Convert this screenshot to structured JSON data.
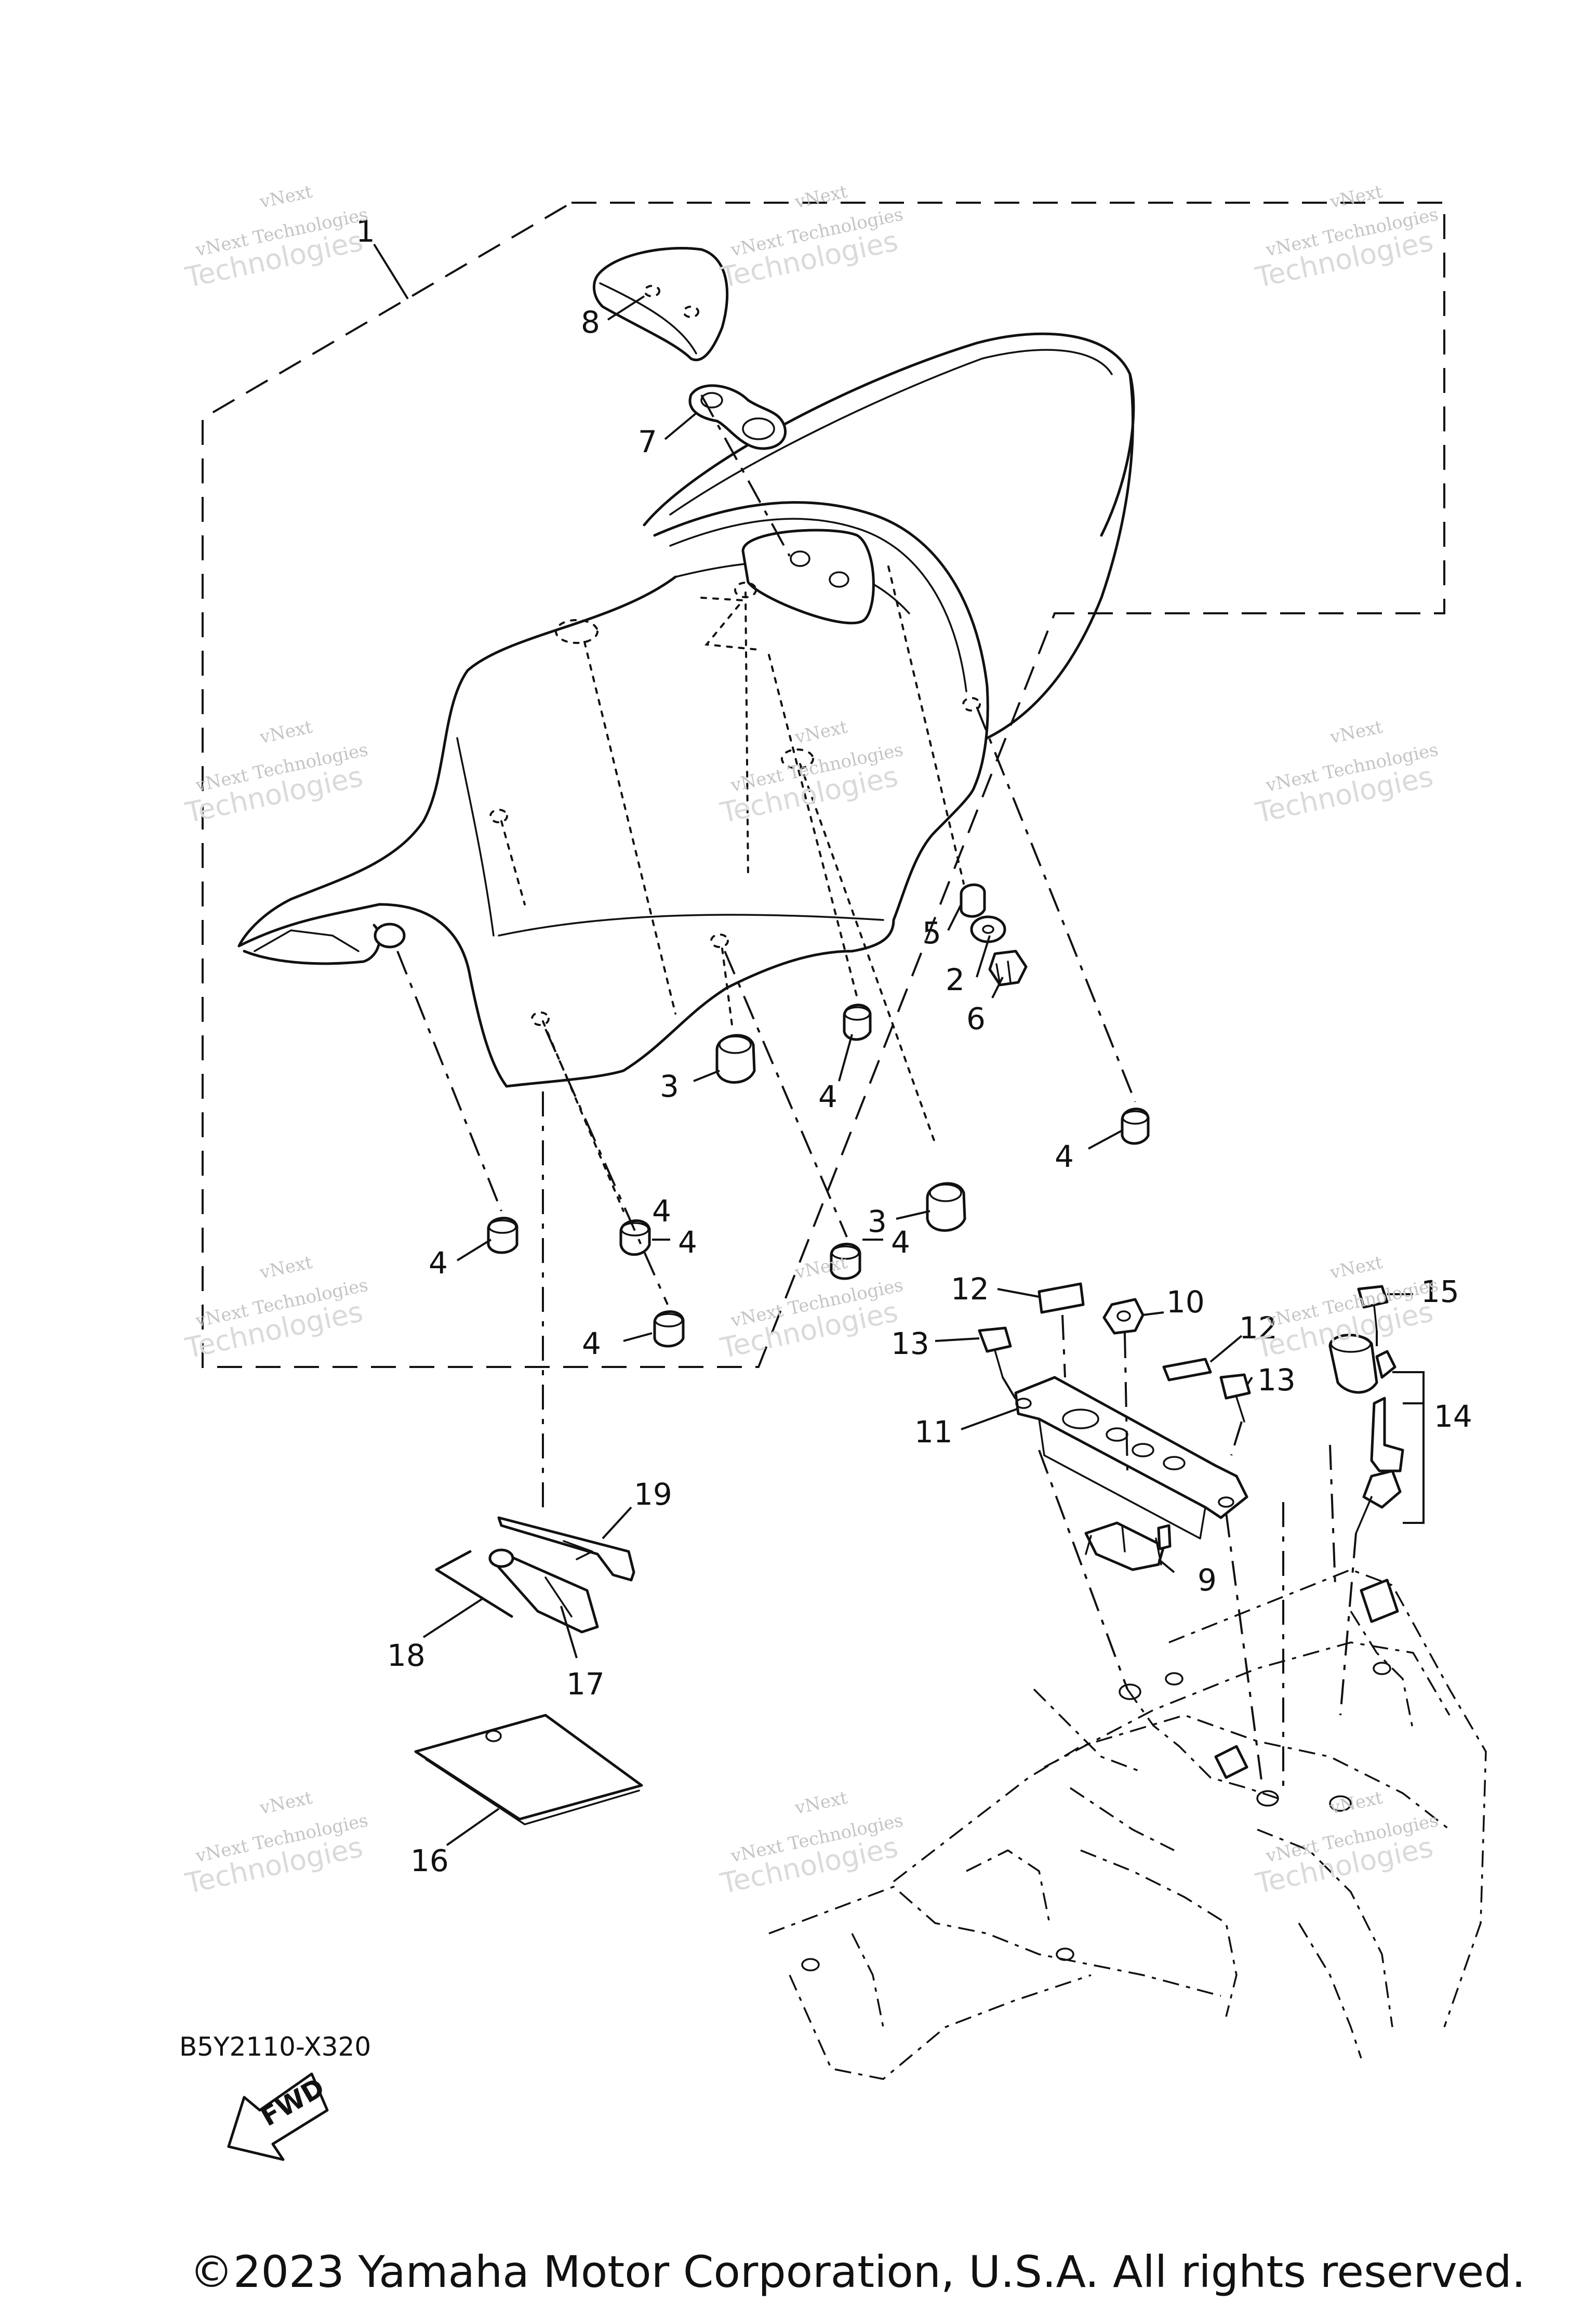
{
  "diagram": {
    "callouts": {
      "c1": "1",
      "c2": "2",
      "c3a": "3",
      "c3b": "3",
      "c4a": "4",
      "c4b": "4",
      "c4c": "4",
      "c4d": "4",
      "c4e": "4",
      "c4f": "4",
      "c4g": "4",
      "c5": "5",
      "c6": "6",
      "c7": "7",
      "c8": "8",
      "c9": "9",
      "c10": "10",
      "c11": "11",
      "c12a": "12",
      "c12b": "12",
      "c13a": "13",
      "c13b": "13",
      "c14": "14",
      "c15": "15",
      "c16": "16",
      "c17": "17",
      "c18": "18",
      "c19": "19"
    },
    "fwd_label": "FWD",
    "diagram_code": "B5Y2110-X320",
    "copyright": "©2023 Yamaha Motor Corporation, U.S.A. All rights reserved.",
    "watermark": {
      "line1": "vNext",
      "line2": "vNext Technologies",
      "line3": "Technologies"
    }
  }
}
